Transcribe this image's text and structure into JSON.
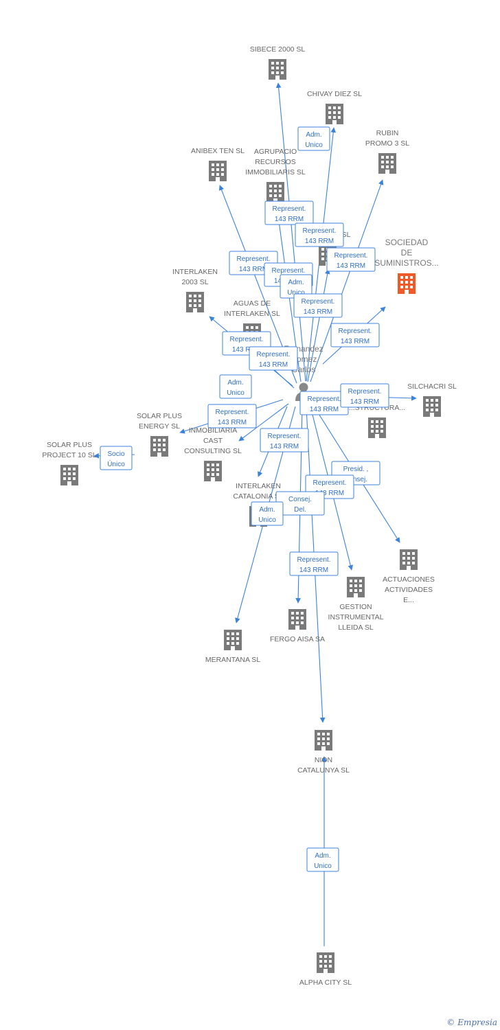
{
  "brand": {
    "copyright": "©",
    "name": "Empresia"
  },
  "colors": {
    "edge": "#3b82dd",
    "building": "#7a7a7a",
    "highlight": "#f05a28",
    "person": "#888888"
  },
  "center": {
    "id": "person",
    "icon": "person-icon",
    "label_lines": [
      "Fernandez",
      "Gomez",
      "Carlos"
    ]
  },
  "nodes": [
    {
      "id": "sibece",
      "label_lines": [
        "SIBECE 2000 SL"
      ],
      "icon": "building-icon"
    },
    {
      "id": "chivay",
      "label_lines": [
        "CHIVAY DIEZ SL"
      ],
      "icon": "building-icon"
    },
    {
      "id": "rubin",
      "label_lines": [
        "RUBIN",
        "PROMO 3 SL"
      ],
      "icon": "building-icon"
    },
    {
      "id": "anibex",
      "label_lines": [
        "ANIBEX TEN SL"
      ],
      "icon": "building-icon"
    },
    {
      "id": "agrupacio",
      "label_lines": [
        "AGRUPACIO",
        "RECURSOS",
        "IMMOBILIARIS SL"
      ],
      "icon": "building-icon"
    },
    {
      "id": "x_sl",
      "label_lines": [
        "SL"
      ],
      "icon": "building-icon"
    },
    {
      "id": "sociedad",
      "label_lines": [
        "SOCIEDAD",
        "DE",
        "SUMINISTROS..."
      ],
      "icon": "building-icon",
      "highlight": true
    },
    {
      "id": "interlaken2003",
      "label_lines": [
        "INTERLAKEN",
        "2003 SL"
      ],
      "icon": "building-icon"
    },
    {
      "id": "aguas",
      "label_lines": [
        "AGUAS DE",
        "INTERLAKEN SL"
      ],
      "icon": "building-icon"
    },
    {
      "id": "silchacri",
      "label_lines": [
        "SILCHACRI SL"
      ],
      "icon": "building-icon"
    },
    {
      "id": "infra",
      "label_lines": [
        "...E",
        "...A",
        "...STRUCTURA..."
      ],
      "icon": "building-icon"
    },
    {
      "id": "solarenergy",
      "label_lines": [
        "SOLAR PLUS",
        "ENERGY SL"
      ],
      "icon": "building-icon"
    },
    {
      "id": "solarproject",
      "label_lines": [
        "SOLAR PLUS",
        "PROJECT 10 SL"
      ],
      "icon": "building-icon"
    },
    {
      "id": "inmobcast",
      "label_lines": [
        "INMOBILIARIA",
        "CAST",
        "CONSULTING SL"
      ],
      "icon": "building-icon"
    },
    {
      "id": "interlakencat",
      "label_lines": [
        "INTERLAKEN",
        "CATALONIA SL"
      ],
      "icon": "building-icon"
    },
    {
      "id": "actuaciones",
      "label_lines": [
        "ACTUACIONES",
        "ACTIVIDADES",
        "E..."
      ],
      "icon": "building-icon"
    },
    {
      "id": "gestion",
      "label_lines": [
        "GESTION",
        "INSTRUMENTAL",
        "LLEIDA SL"
      ],
      "icon": "building-icon"
    },
    {
      "id": "fergo",
      "label_lines": [
        "FERGO AISA SA"
      ],
      "icon": "building-icon"
    },
    {
      "id": "merantana",
      "label_lines": [
        "MERANTANA SL"
      ],
      "icon": "building-icon"
    },
    {
      "id": "nion",
      "label_lines": [
        "NION",
        "CATALUNYA SL"
      ],
      "icon": "building-icon"
    },
    {
      "id": "alpha",
      "label_lines": [
        "ALPHA CITY SL"
      ],
      "icon": "building-icon"
    }
  ],
  "edges": [
    {
      "from": "person",
      "to": "sibece"
    },
    {
      "from": "person",
      "to": "chivay"
    },
    {
      "from": "person",
      "to": "rubin"
    },
    {
      "from": "person",
      "to": "anibex"
    },
    {
      "from": "person",
      "to": "agrupacio"
    },
    {
      "from": "person",
      "to": "x_sl"
    },
    {
      "from": "person",
      "to": "sociedad"
    },
    {
      "from": "person",
      "to": "interlaken2003"
    },
    {
      "from": "person",
      "to": "aguas"
    },
    {
      "from": "person",
      "to": "silchacri"
    },
    {
      "from": "person",
      "to": "solarenergy"
    },
    {
      "from": "person",
      "to": "inmobcast"
    },
    {
      "from": "person",
      "to": "interlakencat"
    },
    {
      "from": "person",
      "to": "actuaciones"
    },
    {
      "from": "person",
      "to": "gestion"
    },
    {
      "from": "person",
      "to": "fergo"
    },
    {
      "from": "person",
      "to": "merantana"
    },
    {
      "from": "person",
      "to": "nion"
    },
    {
      "from": "solarenergy",
      "to": "solarproject"
    },
    {
      "from": "alpha",
      "to": "nion"
    }
  ],
  "roles": [
    {
      "lines": [
        "Adm.",
        "Unico"
      ]
    },
    {
      "lines": [
        "Represent.",
        "143 RRM"
      ]
    },
    {
      "lines": [
        "Represent.",
        "143 RRM"
      ]
    },
    {
      "lines": [
        "Represent.",
        "143 RRM"
      ]
    },
    {
      "lines": [
        "Represent.",
        "143 RRM"
      ]
    },
    {
      "lines": [
        "Represent.",
        "143 RRM"
      ]
    },
    {
      "lines": [
        "Adm.",
        "Unico"
      ]
    },
    {
      "lines": [
        "Represent.",
        "143 RRM"
      ]
    },
    {
      "lines": [
        "Represent.",
        "143 RRM"
      ]
    },
    {
      "lines": [
        "Represent.",
        "143 RRM"
      ]
    },
    {
      "lines": [
        "Represent.",
        "143 RRM"
      ]
    },
    {
      "lines": [
        "Adm.",
        "Unico"
      ]
    },
    {
      "lines": [
        "Represent.",
        "143 RRM"
      ]
    },
    {
      "lines": [
        "Represent.",
        "143 RRM"
      ]
    },
    {
      "lines": [
        "Represent.",
        "143 RRM"
      ]
    },
    {
      "lines": [
        "Socio",
        "Único"
      ]
    },
    {
      "lines": [
        "Represent.",
        "143 RRM"
      ]
    },
    {
      "lines": [
        "Presid. ,",
        "Consej."
      ]
    },
    {
      "lines": [
        "Represent.",
        "143 RRM"
      ]
    },
    {
      "lines": [
        "Consej.",
        "Del."
      ]
    },
    {
      "lines": [
        "Adm.",
        "Unico"
      ]
    },
    {
      "lines": [
        "Represent.",
        "143 RRM"
      ]
    },
    {
      "lines": [
        "Adm.",
        "Unico"
      ]
    }
  ]
}
